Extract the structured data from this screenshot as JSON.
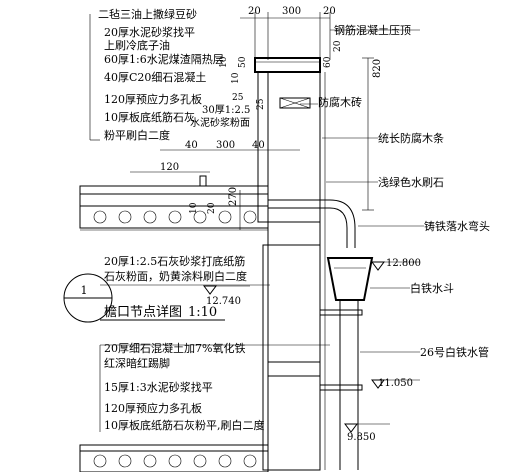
{
  "left_notes": [
    "二毡三油上撒绿豆砂",
    "20厚水泥砂浆找平",
    "上刷冷底子油",
    "60厚1:6水泥煤渣隔热层",
    "40厚C20细石混凝土",
    "120厚预应力多孔板",
    "10厚板底纸筋石灰",
    "粉平刷白二度"
  ],
  "mid_notes": [
    "30厚1:2.5",
    "水泥砂浆粉面"
  ],
  "right_notes": {
    "coping": "钢筋混凝土压顶",
    "anticorr_brick": "防腐木砖",
    "anticorr_strip": "统长防腐木条",
    "granite": "浅绿色水刷石",
    "elbow": "铸铁落水弯头",
    "hopper": "白铁水斗",
    "pipe": "26号白铁水管"
  },
  "lower_note": [
    "20厚1:2.5石灰砂浆打底纸筋",
    "石灰粉面，奶黄涂料刷白二度"
  ],
  "title": "檐口节点详图",
  "scale": "1:10",
  "detail_no": "1",
  "floor_notes": [
    "20厚细石混凝土加7%氧化铁",
    "红深暗红踢脚",
    "15厚1:3水泥砂浆找平",
    "120厚预应力多孔板",
    "10厚板底纸筋石灰粉平,刷白二度"
  ],
  "elevations": [
    "12.800",
    "12.740",
    "11.050",
    "9.850"
  ],
  "dims": {
    "top": [
      "20",
      "300",
      "20"
    ],
    "parapet_h": "820",
    "coping_a": "60",
    "coping_b": "20",
    "left_50": "50",
    "left_10a": "10",
    "left_10b": "10",
    "d25a": "25",
    "d25b": "25",
    "d40a": "40",
    "d40b": "40",
    "d300": "300",
    "d120": "120",
    "d10": "10",
    "d20": "20",
    "d270": "270"
  }
}
